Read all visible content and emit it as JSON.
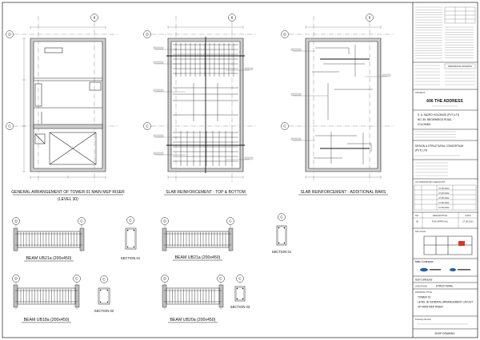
{
  "drawing": {
    "plans": [
      {
        "title": "GENERAL ARRANGEMENT OF TOWER 01 MAIN MEP RISER",
        "subtitle": "(LEVEL 30)"
      },
      {
        "title": "SLAB REINFORCEMENT - TOP & BOTTOM"
      },
      {
        "title": "SLAB REINFORCEMENT - ADDITIONAL BARS"
      }
    ],
    "grid_labels": {
      "row_upper": "D",
      "row_lower": "C",
      "column": "6"
    },
    "beams": [
      {
        "title": "BEAM UB21a (200x450)",
        "section": "SECTION 01"
      },
      {
        "title": "BEAM UB21a (200x450)",
        "section": "SECTION 01"
      },
      {
        "title": "BEAM UB18a (200x450)",
        "section": "SECTION 02"
      },
      {
        "title": "BEAM UB20a (200x450)",
        "section": "SECTION 03"
      }
    ]
  },
  "title_block": {
    "reference_label": "REFERENCE DRAWING",
    "project_label": "PROJECT",
    "project_name": "606 THE ADDRESS",
    "client_lines": [
      "S. A. NAZRO HOLDINGS (PVT) LTD",
      "NO. 89, BROWNRIGG ROAD,",
      "COLOMBO."
    ],
    "engineer_lines": [
      "DESIGN & STRUCTURAL CONSORTIUM",
      "(PVT) LTD"
    ],
    "checklist_label": "CO-ORDINATION CHECKLIST",
    "checklist_dates": [
      "27.08.2022",
      "27.08.2022",
      "27.08.2022",
      "27.08.2022",
      "27.08.2022"
    ],
    "revision_headers": {
      "no": "NO.",
      "description": "DESCRIPTION",
      "date": "DATE"
    },
    "revisions": [
      {
        "no": "00",
        "description": "FOR APPROVAL",
        "date": "27.08.2022"
      }
    ],
    "key_plan_label": "KEY PLAN",
    "main_contractor_label": "Main Contractor",
    "sub_contractor_label": "Sub Contractor",
    "discipline_label": "DISCIPLINE",
    "discipline": "STRUCTURAL",
    "drawing_title_label": "DRAWING TITLE",
    "drawing_title_lines": [
      "TOWER 01",
      "LEVEL 30 GENERAL ARRANGEMENT LAYOUT",
      "OF MAIN MEP RISER"
    ],
    "drawing_number_label": "Drawing Number",
    "status": "SHOP DRAWING"
  },
  "colors": {
    "line": "#222222",
    "key_plan_highlight": "#d9342b",
    "logo_blue": "#1f5fa8"
  }
}
